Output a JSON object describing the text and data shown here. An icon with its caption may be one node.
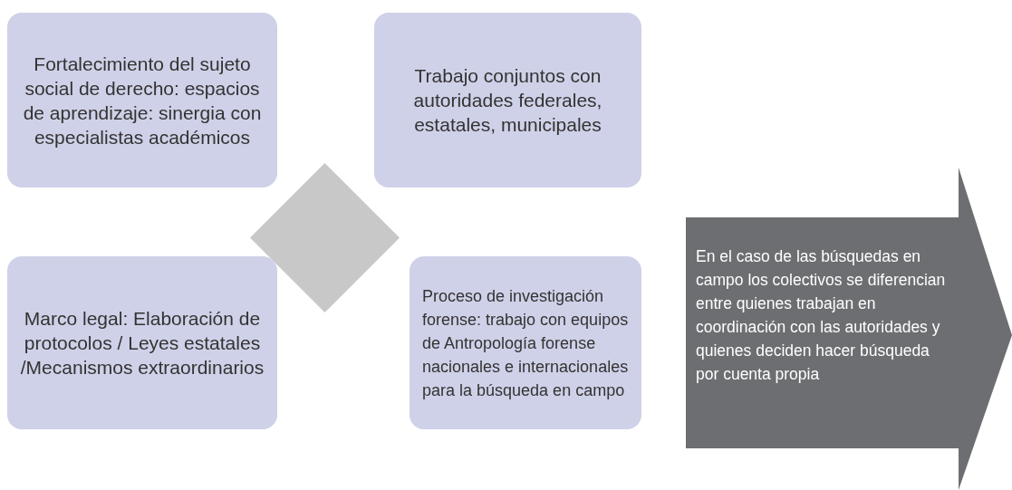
{
  "diagram": {
    "nodes": [
      {
        "text": [
          "Fortalecimiento del sujeto social de derecho: espacios de aprendizaje: sinergia con especialistas académicos"
        ]
      },
      {
        "text": [
          "Trabajo conjuntos con autoridades federales, estatales, municipales"
        ]
      },
      {
        "text": [],
        "shape": "diamond"
      },
      {
        "text": [
          "Marco legal: Elaboración de protocolos / Leyes estatales /Mecanismos extraordinarios"
        ]
      },
      {
        "text": [
          "Proceso de investigación forense: trabajo con equipos de Antropología forense nacionales e internacionales para la búsqueda en campo"
        ]
      },
      {
        "text": [
          "En el caso de las búsquedas en campo los colectivos se diferencian entre quienes trabajan en coordinación con las autoridades y quienes deciden hacer búsqueda por cuenta propia"
        ]
      }
    ]
  }
}
